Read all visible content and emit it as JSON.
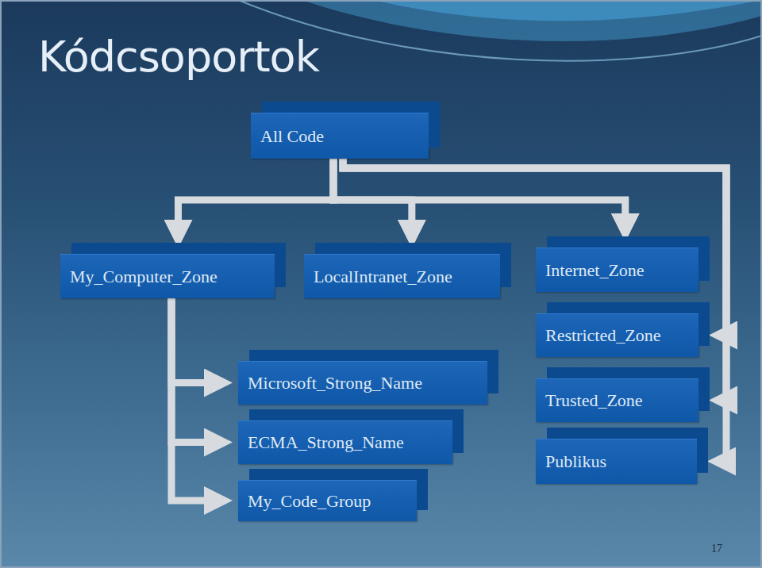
{
  "diagram": {
    "title": "Kódcsoportok",
    "nodes": [
      {
        "text": [
          "All Code"
        ]
      },
      {
        "text": [
          "My_Computer_Zone"
        ]
      },
      {
        "text": [
          "LocalIntranet_Zone"
        ]
      },
      {
        "text": [
          "Internet_Zone"
        ]
      },
      {
        "text": [
          "Restricted_Zone"
        ]
      },
      {
        "text": [
          "Microsoft_Strong_Name"
        ]
      },
      {
        "text": [
          "ECMA_Strong_Name"
        ]
      },
      {
        "text": [
          "My_Code_Group"
        ]
      },
      {
        "text": [
          "Trusted_Zone"
        ]
      },
      {
        "text": [
          "Publikus"
        ]
      }
    ],
    "edges": [
      {
        "from": 0,
        "to": 1,
        "arrow": "to"
      },
      {
        "from": 0,
        "to": 2,
        "arrow": "to"
      },
      {
        "from": 0,
        "to": 3,
        "arrow": "to"
      },
      {
        "from": 0,
        "to": 4,
        "arrow": "to"
      },
      {
        "from": 0,
        "to": 8,
        "arrow": "to"
      },
      {
        "from": 0,
        "to": 9,
        "arrow": "to"
      },
      {
        "from": 1,
        "to": 5,
        "arrow": "to"
      },
      {
        "from": 1,
        "to": 6,
        "arrow": "to"
      },
      {
        "from": 1,
        "to": 7,
        "arrow": "to"
      }
    ],
    "labels": [
      "17"
    ]
  }
}
